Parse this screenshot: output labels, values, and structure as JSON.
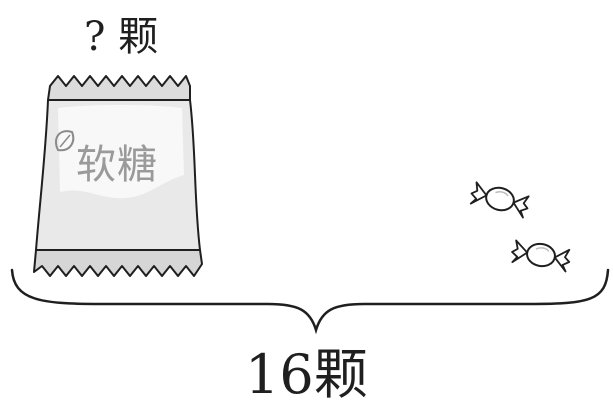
{
  "question": {
    "unknown_label": "? 颗",
    "total_label": "16颗"
  },
  "bag": {
    "label": "软糖",
    "icon": "candy-bag-icon"
  },
  "loose_candies": {
    "icon": "wrapped-candy-icon",
    "count": 2
  },
  "brace": {
    "icon": "curly-brace-icon"
  },
  "colors": {
    "ink": "#1f1f1f",
    "bag_fill": "#e7e7e7",
    "bag_shade": "#f7f7f7",
    "bag_text": "#9a9a9a"
  }
}
